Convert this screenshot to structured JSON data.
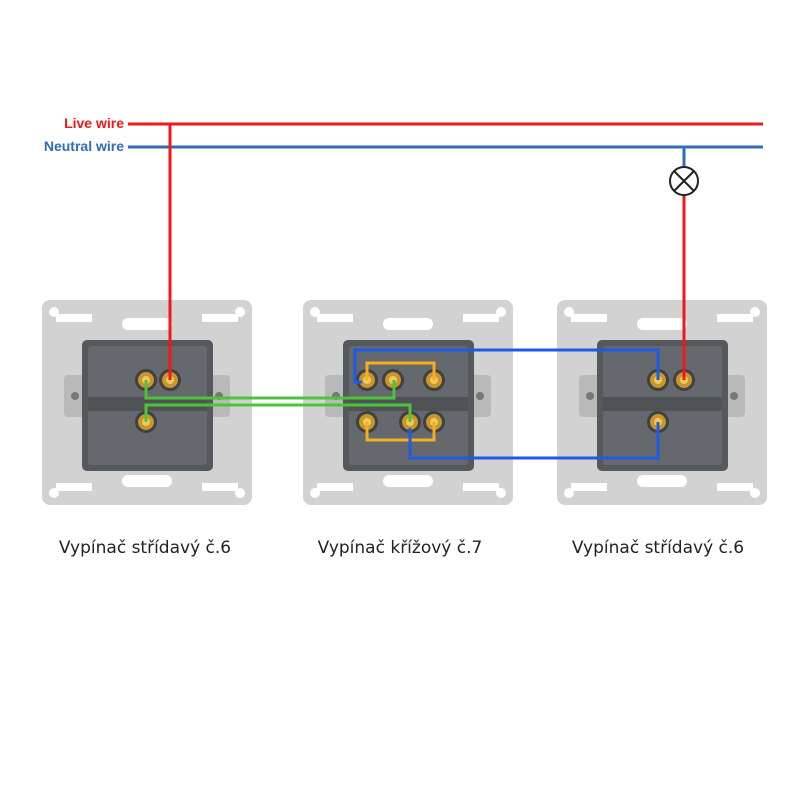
{
  "legend": {
    "live": "Live wire",
    "neutral": "Neutral wire"
  },
  "colors": {
    "live": "#f01818",
    "neutral": "#2f6db5",
    "traveler_blue": "#1f5ae6",
    "green": "#4cc43a",
    "yellow": "#f0b020"
  },
  "switches": [
    {
      "label": "Vypínač střídavý č.6"
    },
    {
      "label": "Vypínač křížový č.7"
    },
    {
      "label": "Vypínač střídavý č.6"
    }
  ]
}
